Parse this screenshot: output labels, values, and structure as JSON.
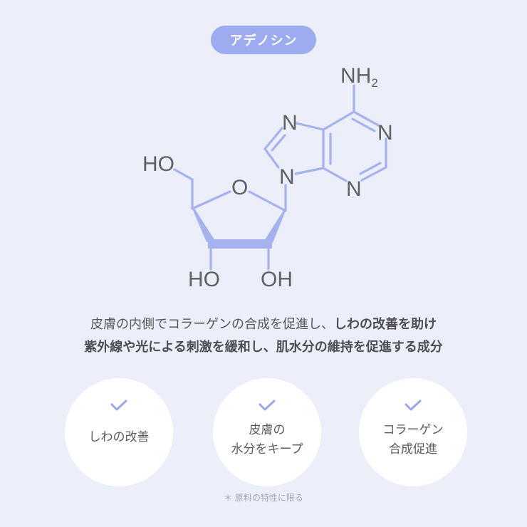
{
  "badge": {
    "label": "アデノシン",
    "color": "#9DABF1"
  },
  "molecule": {
    "name": "adenosine-structure",
    "bond_color": "#A6B2EE",
    "label_color": "#5E6064",
    "atoms": {
      "nh2": "NH",
      "nh2_sub": "2",
      "n_imidazole_top": "N",
      "n_imidazole_bottom": "N",
      "n_pyrimidine_right": "N",
      "n_pyrimidine_bottom": "N",
      "ring_oxygen": "O",
      "ho_5prime": "HO",
      "ho_3prime": "HO",
      "oh_2prime": "OH"
    }
  },
  "description": {
    "line1_regular": "皮膚の内側でコラーゲンの合成を促進し、",
    "line1_bold": "しわの改善を助け",
    "line2_bold": "紫外線や光による刺激を緩和し、肌水分の維持を促進する成分"
  },
  "benefits": [
    {
      "icon": "check-icon",
      "line1": "しわの改善",
      "line2": ""
    },
    {
      "icon": "check-icon",
      "line1": "皮膚の",
      "line2": "水分をキープ"
    },
    {
      "icon": "check-icon",
      "line1": "コラーゲン",
      "line2": "合成促進"
    }
  ],
  "footnote": "＊ 原料の特性に限る",
  "colors": {
    "background": "#ECEFFA",
    "accent": "#9DABF1",
    "check": "#9AA6EA",
    "text": "#55575B",
    "note": "#A4A7AE"
  }
}
